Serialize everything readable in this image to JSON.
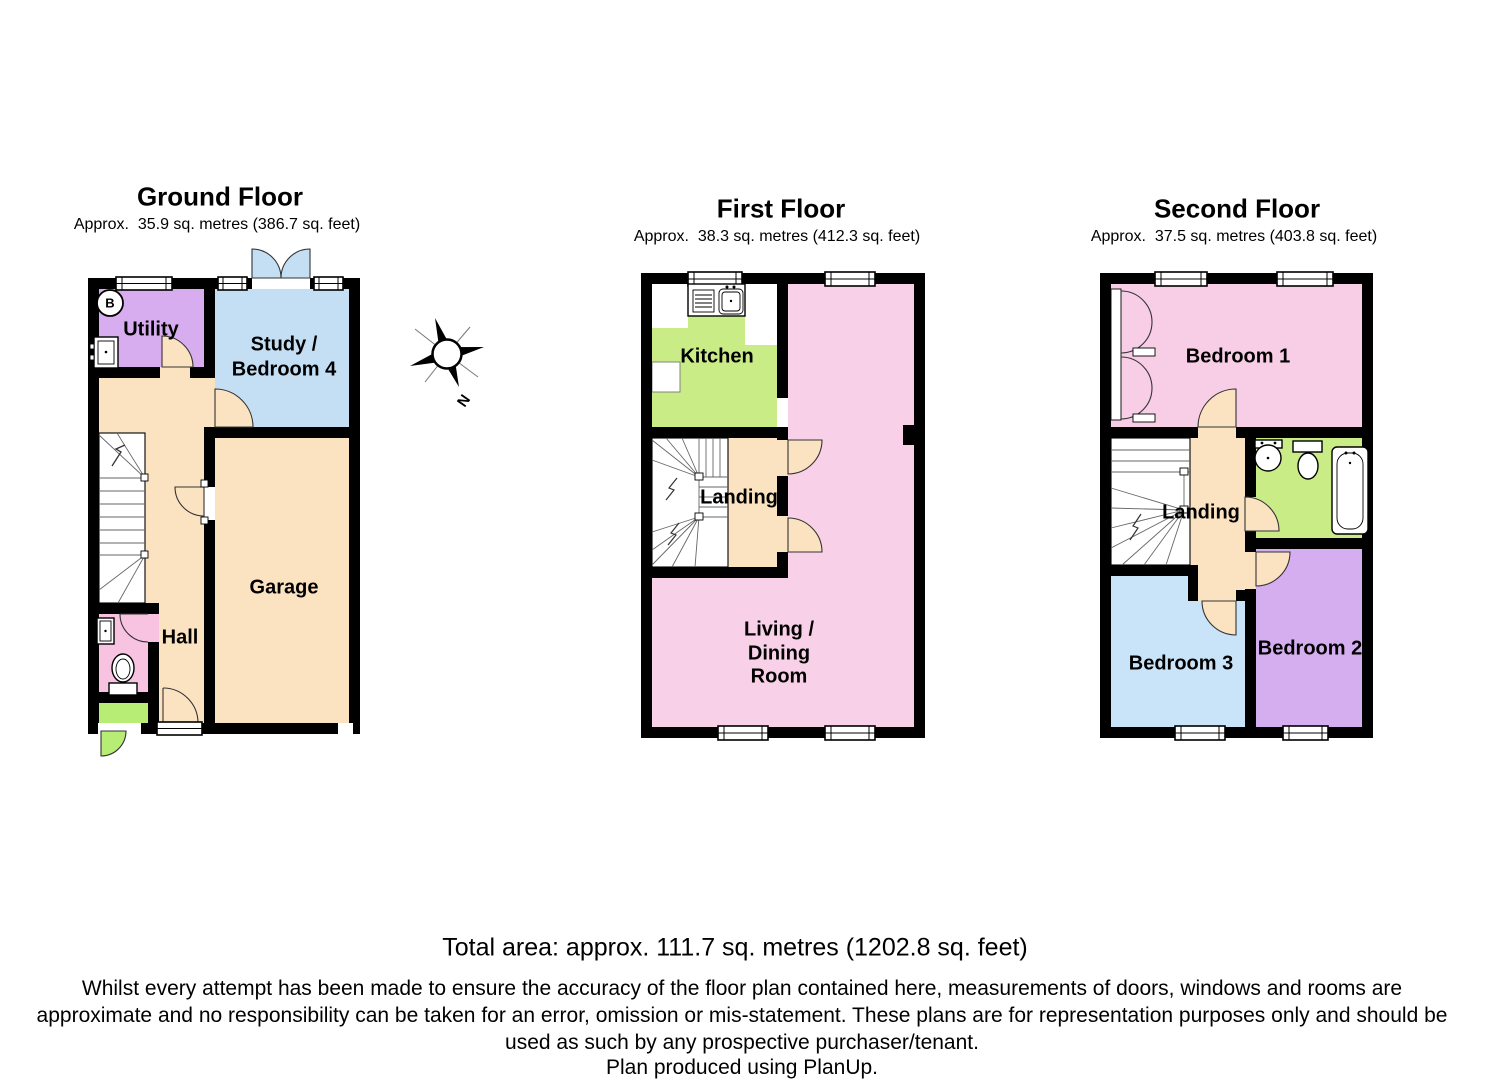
{
  "floors": {
    "ground": {
      "title": "Ground Floor",
      "area": "Approx.  35.9 sq. metres (386.7 sq. feet)",
      "rooms": {
        "utility": "Utility",
        "study_line1": "Study /",
        "study_line2": "Bedroom 4",
        "garage": "Garage",
        "hall": "Hall"
      },
      "boiler_label": "B"
    },
    "first": {
      "title": "First Floor",
      "area": "Approx.  38.3 sq. metres (412.3 sq. feet)",
      "rooms": {
        "kitchen": "Kitchen",
        "landing": "Landing",
        "living_line1": "Living /",
        "living_line2": "Dining",
        "living_line3": "Room"
      }
    },
    "second": {
      "title": "Second Floor",
      "area": "Approx.  37.5 sq. metres (403.8 sq. feet)",
      "rooms": {
        "bedroom1": "Bedroom 1",
        "landing": "Landing",
        "bedroom2": "Bedroom 2",
        "bedroom3": "Bedroom 3"
      }
    }
  },
  "compass": {
    "north_label": "N"
  },
  "footer": {
    "total_area": "Total area: approx. 111.7 sq. metres (1202.8 sq. feet)",
    "disclaimer": "Whilst every attempt has been made to ensure the accuracy of the floor plan contained here, measurements of doors, windows and rooms are approximate and no responsibility can be taken for an error, omission or mis-statement. These plans are for representation purposes only and should be used as such by any prospective purchaser/tenant.",
    "credit": "Plan produced using PlanUp."
  },
  "colors": {
    "wall": "#000000",
    "hall_landing_cream": "#FBE3C2",
    "utility_purple": "#D8ADF0",
    "study_blue": "#C4DFF4",
    "wc_pink": "#F7C3E1",
    "porch_green": "#B7EC75",
    "kitchen_bathroom_green": "#C9EC86",
    "living_pink": "#F8D0E8",
    "bedroom1_pink": "#F8CDE6",
    "bedroom2_purple": "#D5AEF0",
    "bedroom3_blue": "#C9E4F8"
  }
}
